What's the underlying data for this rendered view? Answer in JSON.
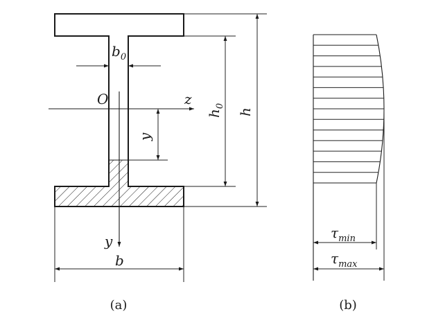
{
  "figure_a": {
    "caption": "(a)",
    "labels": {
      "b0_main": "b",
      "b0_sub": "0",
      "origin": "O",
      "z_axis": "z",
      "y_dim": "y",
      "h0_main": "h",
      "h0_sub": "0",
      "h": "h",
      "y_axis": "y",
      "b": "b"
    }
  },
  "figure_b": {
    "caption": "(b)",
    "labels": {
      "tau_min_main": "τ",
      "tau_min_sub": "min",
      "tau_max_main": "τ",
      "tau_max_sub": "max"
    },
    "hatch_line_count": 13
  }
}
